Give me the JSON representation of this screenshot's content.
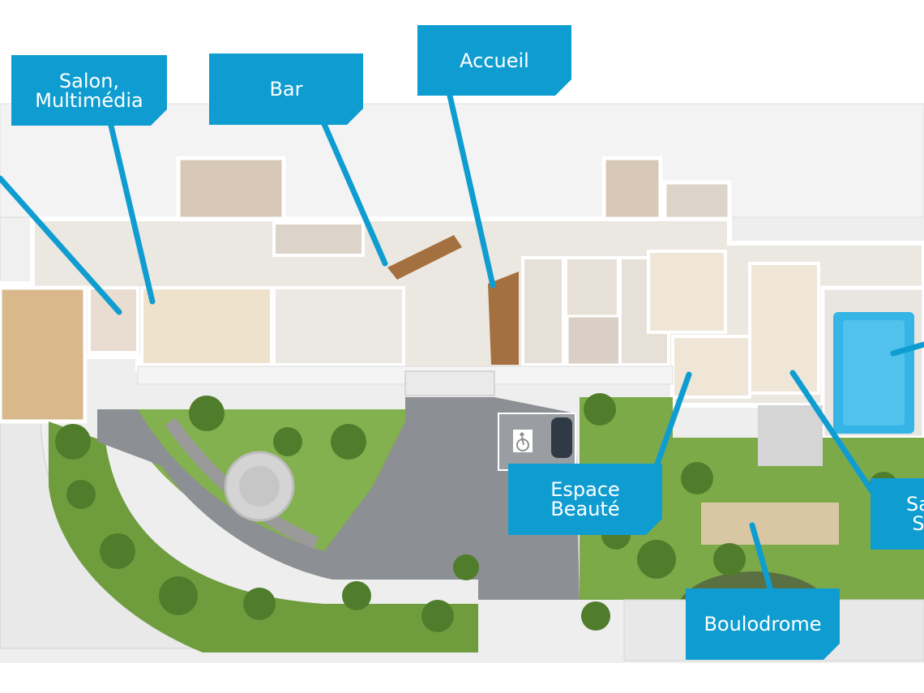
{
  "labels": {
    "salon": "Salon,\nMultimédia",
    "bar": "Bar",
    "accueil": "Accueil",
    "espace_beaute": "Espace\nBeauté",
    "boulodrome": "Boulodrome",
    "right_cut": "Sa\nS"
  },
  "colors": {
    "callout": "#0f9dd1",
    "pointer": "#0f9dd1",
    "lawn": "#7daa48",
    "pool": "#35b4e6",
    "asphalt": "#8c8f93",
    "floor": "#ebe7e1",
    "wall": "#ffffff"
  },
  "icons": [
    "wheelchair-icon"
  ]
}
